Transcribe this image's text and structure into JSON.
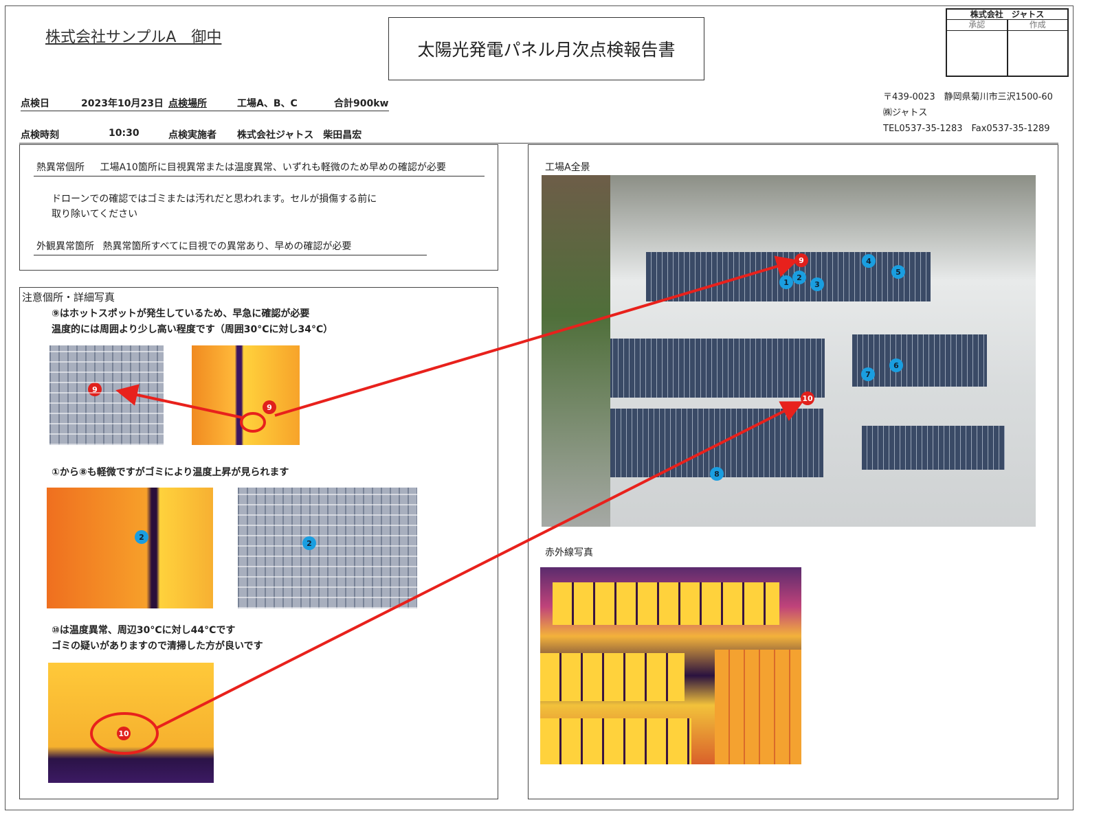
{
  "client": "株式会社サンプルA　御中",
  "title": "太陽光発電パネル月次点検報告書",
  "stamp": {
    "company": "株式会社　ジャトス",
    "approve": "承認",
    "create": "作成"
  },
  "address": {
    "postal": "〒439-0023　静岡県菊川市三沢1500-60",
    "company": "㈱ジャトス",
    "phone": "TEL0537-35-1283　Fax0537-35-1289"
  },
  "info": {
    "date_label": "点検日",
    "date": "2023年10月23日",
    "place_label": "点検場所",
    "place": "工場A、B、C",
    "total": "合計900kw",
    "time_label": "点検時刻",
    "time": "10:30",
    "inspector_label": "点検実施者",
    "inspector": "株式会社ジャトス　柴田昌宏"
  },
  "summary": {
    "heat_label": "熱異常個所",
    "heat_text": "工場A10箇所に目視異常または温度異常、いずれも軽微のため早めの確認が必要",
    "note1": "ドローンでの確認ではゴミまたは汚れだと思われます。セルが損傷する前に",
    "note2": "取り除いてください",
    "visual_label": "外観異常箇所",
    "visual_text": "熱異常箇所すべてに目視での異常あり、早めの確認が必要"
  },
  "details": {
    "heading": "注意個所・詳細写真",
    "c9_1": "⑨はホットスポットが発生しているため、早急に確認が必要",
    "c9_2": "温度的には周囲より少し高い程度です（周囲30°Cに対し34°C）",
    "c18": "①から⑧も軽微ですがゴミにより温度上昇が見られます",
    "c10_1": "⑩は温度異常、周辺30°Cに対し44°Cです",
    "c10_2": "ゴミの疑いがありますので清掃した方が良いです"
  },
  "right": {
    "aerial_label": "工場A全景",
    "ir_label": "赤外線写真"
  },
  "markers": {
    "m1": "1",
    "m2": "2",
    "m3": "3",
    "m4": "4",
    "m5": "5",
    "m6": "6",
    "m7": "7",
    "m8": "8",
    "m9": "9",
    "m10": "10"
  },
  "colors": {
    "alert": "#e0201c",
    "info": "#1a9ee0"
  }
}
